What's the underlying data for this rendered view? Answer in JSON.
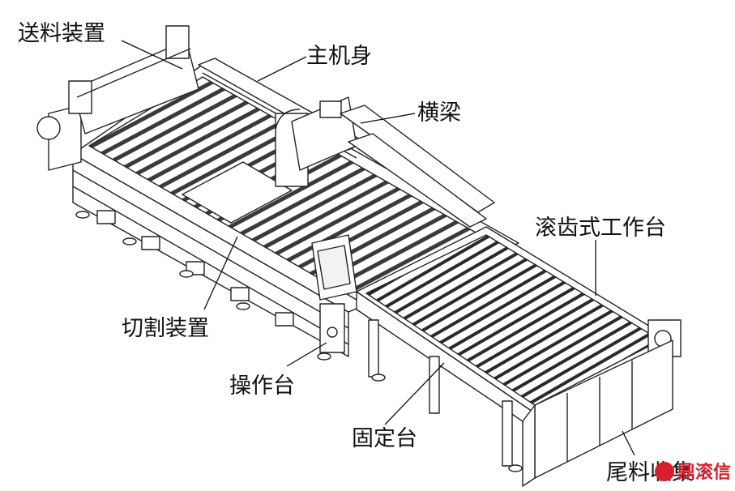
{
  "labels": {
    "feeder": "送料装置",
    "main_body": "主机身",
    "beam": "横梁",
    "roller_table": "滚齿式工作台",
    "cutting": "切割装置",
    "console": "操作台",
    "fixed_table": "固定台",
    "tail_collect": "尾料收集"
  },
  "watermark": {
    "text": "鼎滚信",
    "color": "#d81e2c"
  }
}
